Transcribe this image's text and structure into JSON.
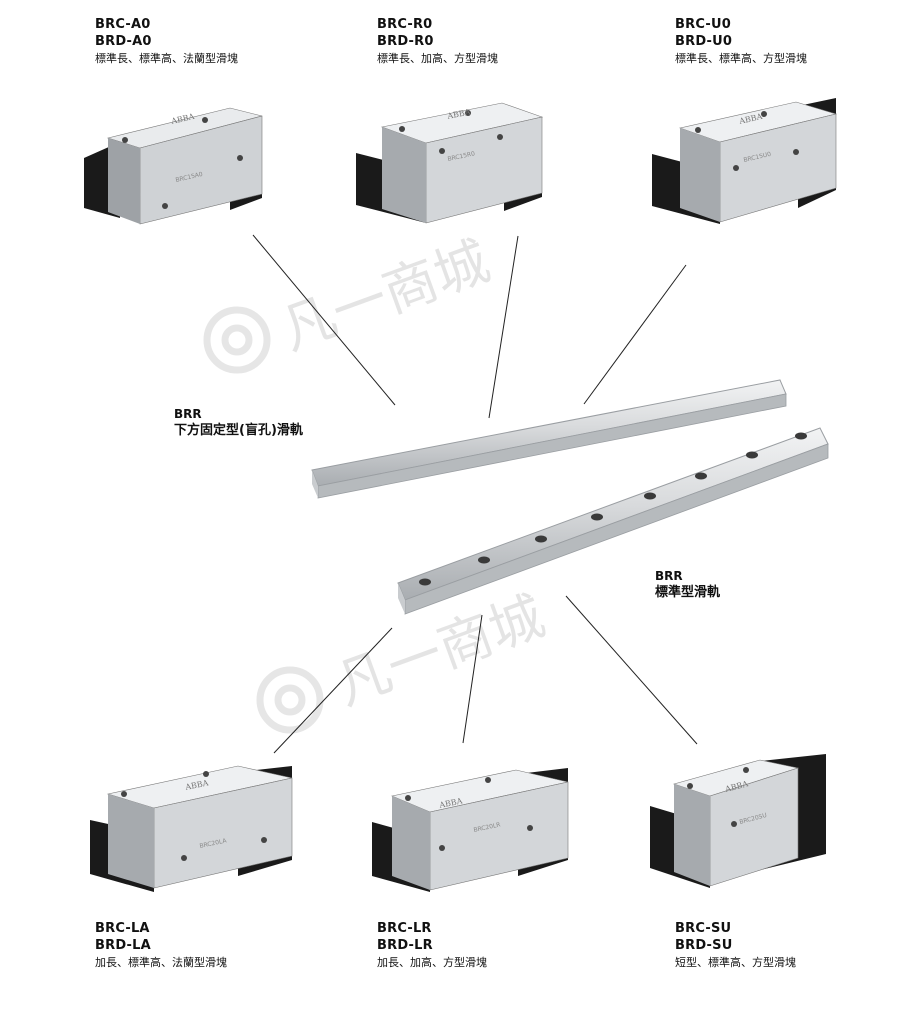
{
  "blocks": [
    {
      "code1": "BRC-A0",
      "code2": "BRD-A0",
      "desc": "標準長、標準高、法蘭型滑塊",
      "logo": "ABBA",
      "model": "BRC15A0"
    },
    {
      "code1": "BRC-R0",
      "code2": "BRD-R0",
      "desc": "標準長、加高、方型滑塊",
      "logo": "ABBA",
      "model": "BRC15R0"
    },
    {
      "code1": "BRC-U0",
      "code2": "BRD-U0",
      "desc": "標準長、標準高、方型滑塊",
      "logo": "ABBA",
      "model": "BRC15U0"
    },
    {
      "code1": "BRC-LA",
      "code2": "BRD-LA",
      "desc": "加長、標準高、法蘭型滑塊",
      "logo": "ABBA",
      "model": "BRC20LA"
    },
    {
      "code1": "BRC-LR",
      "code2": "BRD-LR",
      "desc": "加長、加高、方型滑塊",
      "logo": "ABBA",
      "model": "BRC20LR"
    },
    {
      "code1": "BRC-SU",
      "code2": "BRD-SU",
      "desc": "短型、標準高、方型滑塊",
      "logo": "ABBA",
      "model": "BRC20SU"
    }
  ],
  "rails": [
    {
      "code": "BRR",
      "desc": "下方固定型(盲孔)滑軌"
    },
    {
      "code": "BRR",
      "desc": "標準型滑軌"
    }
  ],
  "watermark": "凡一商城",
  "colors": {
    "text": "#111111",
    "block_dark": "#1a1a1a",
    "steel": "#d9dcdf",
    "watermark": "#cfcfcf"
  }
}
